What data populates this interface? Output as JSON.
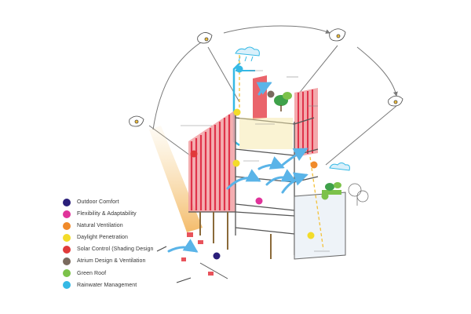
{
  "legend": {
    "items": [
      {
        "label": "Outdoor Comfort",
        "color": "#2a1f7a"
      },
      {
        "label": "Flexibility & Adaptability",
        "color": "#e0339a"
      },
      {
        "label": "Natural Ventilation",
        "color": "#f08a2a"
      },
      {
        "label": "Daylight Penetration",
        "color": "#f3dc2a"
      },
      {
        "label": "Solar Control (Shading Design",
        "color": "#e03a3a"
      },
      {
        "label": "Atrium Design & Ventilation",
        "color": "#7a6a5e"
      },
      {
        "label": "Green Roof",
        "color": "#7cc24a"
      },
      {
        "label": "Rainwater Management",
        "color": "#35b9e5"
      }
    ]
  },
  "icons": {
    "sun": "sun-icon",
    "cloud": "rain-cloud-icon",
    "tree": "tree-icon",
    "wind": "wind-arrow-icon"
  },
  "colors": {
    "facade_red": "#e8535b",
    "facade_pink": "#f2a0a3",
    "wind_blue": "#5ab4e8",
    "sun_beam": "#f6d79a",
    "structure": "#555555",
    "orbit": "#7a7a7a"
  }
}
